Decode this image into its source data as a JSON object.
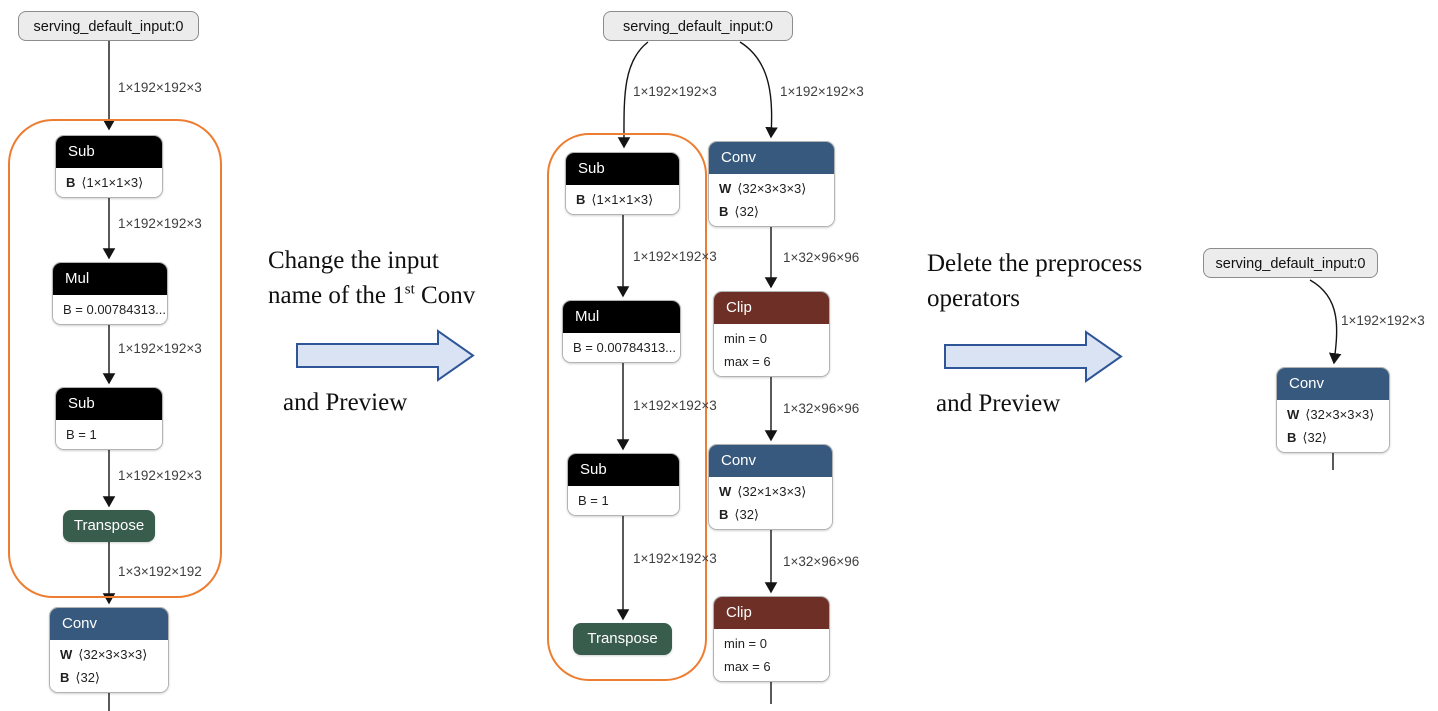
{
  "colors": {
    "node_black": "#000000",
    "node_blue": "#37597e",
    "node_maroon": "#6e2f26",
    "node_green": "#395d4c",
    "highlight_orange": "#ed7d31",
    "step_arrow_fill": "#dae3f3",
    "step_arrow_stroke": "#2e5597",
    "input_bg": "#ececec",
    "input_border": "#8c8c8c",
    "edge_stroke": "#141414"
  },
  "graphs": {
    "left": {
      "input_label": "serving_default_input:0",
      "edge_labels": [
        "1×192×192×3",
        "1×192×192×3",
        "1×192×192×3",
        "1×192×192×3",
        "1×3×192×192"
      ],
      "nodes": [
        {
          "title": "Sub",
          "rows": [
            {
              "key": "B",
              "val": "⟨1×1×1×3⟩"
            }
          ]
        },
        {
          "title": "Mul",
          "rows": [
            {
              "key": "",
              "val": "B = 0.00784313..."
            }
          ]
        },
        {
          "title": "Sub",
          "rows": [
            {
              "key": "",
              "val": "B = 1"
            }
          ]
        },
        {
          "title": "Transpose",
          "rows": []
        },
        {
          "title": "Conv",
          "rows": [
            {
              "key": "W",
              "val": "⟨32×3×3×3⟩"
            },
            {
              "key": "B",
              "val": "⟨32⟩"
            }
          ]
        }
      ]
    },
    "middle": {
      "input_label": "serving_default_input:0",
      "branch_edge_labels": [
        "1×192×192×3",
        "1×192×192×3"
      ],
      "left_edge_labels": [
        "1×192×192×3",
        "1×192×192×3",
        "1×192×192×3"
      ],
      "right_edge_labels": [
        "1×32×96×96",
        "1×32×96×96",
        "1×32×96×96"
      ],
      "left_nodes": [
        {
          "title": "Sub",
          "rows": [
            {
              "key": "B",
              "val": "⟨1×1×1×3⟩"
            }
          ]
        },
        {
          "title": "Mul",
          "rows": [
            {
              "key": "",
              "val": "B = 0.00784313..."
            }
          ]
        },
        {
          "title": "Sub",
          "rows": [
            {
              "key": "",
              "val": "B = 1"
            }
          ]
        },
        {
          "title": "Transpose",
          "rows": []
        }
      ],
      "right_nodes": [
        {
          "title": "Conv",
          "rows": [
            {
              "key": "W",
              "val": "⟨32×3×3×3⟩"
            },
            {
              "key": "B",
              "val": "⟨32⟩"
            }
          ]
        },
        {
          "title": "Clip",
          "rows": [
            {
              "key": "",
              "val": "min = 0"
            },
            {
              "key": "",
              "val": "max = 6"
            }
          ]
        },
        {
          "title": "Conv",
          "rows": [
            {
              "key": "W",
              "val": "⟨32×1×3×3⟩"
            },
            {
              "key": "B",
              "val": "⟨32⟩"
            }
          ]
        },
        {
          "title": "Clip",
          "rows": [
            {
              "key": "",
              "val": "min = 0"
            },
            {
              "key": "",
              "val": "max = 6"
            }
          ]
        }
      ]
    },
    "right": {
      "input_label": "serving_default_input:0",
      "edge_labels": [
        "1×192×192×3"
      ],
      "nodes": [
        {
          "title": "Conv",
          "rows": [
            {
              "key": "W",
              "val": "⟨32×3×3×3⟩"
            },
            {
              "key": "B",
              "val": "⟨32⟩"
            }
          ]
        }
      ]
    }
  },
  "annotations": {
    "step1": {
      "line1": "Change the input",
      "line2_a": "name of the 1",
      "line2_sup": "st",
      "line2_b": " Conv",
      "line3": "and Preview"
    },
    "step2": {
      "line1": "Delete the preprocess",
      "line2": "operators",
      "line3": "and Preview"
    }
  }
}
